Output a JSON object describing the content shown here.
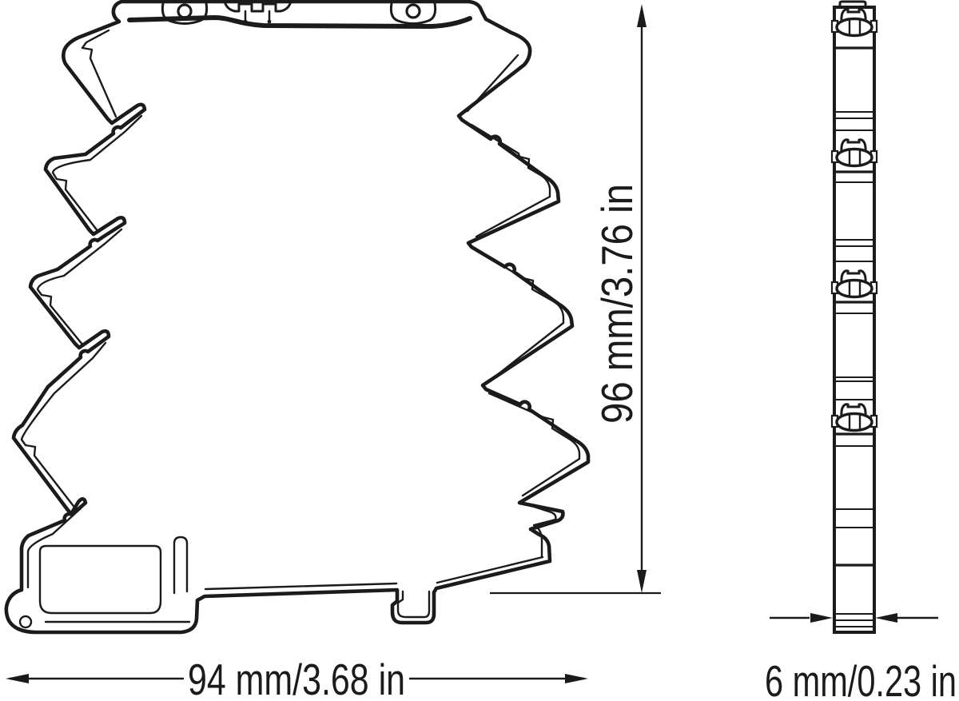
{
  "drawing": {
    "type": "dimensional-technical-drawing",
    "views": {
      "front": "front-view-outline",
      "side": "side-view-outline"
    },
    "dimensions": {
      "height_label": "96 mm/3.76 in",
      "width_label": "94 mm/3.68 in",
      "depth_label": "6 mm/0.23 in"
    },
    "colors": {
      "line": "#1b1b1b",
      "background": "#ffffff"
    }
  }
}
